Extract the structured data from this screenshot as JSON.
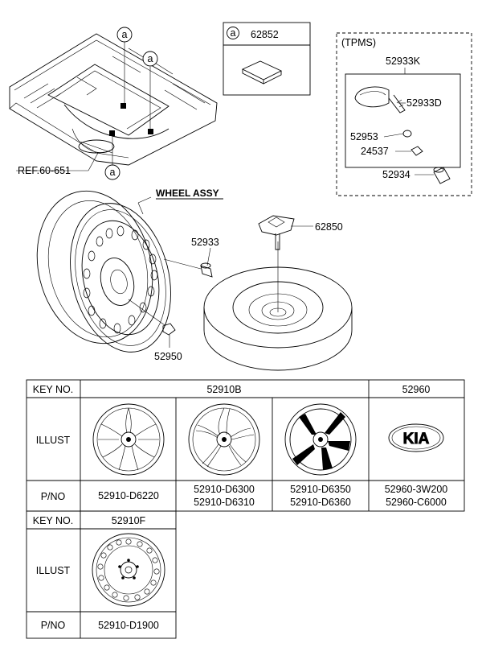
{
  "callouts": {
    "floor_ref": "REF.60-651",
    "marker": "a",
    "wheel_assy": "WHEEL ASSY",
    "valve": "52933",
    "lug_nut": "52950",
    "spare_holder": "62850"
  },
  "kit_box": {
    "marker": "a",
    "part_no": "62852"
  },
  "tpms": {
    "heading": "(TPMS)",
    "assembly": "52933K",
    "sensor": "52933D",
    "p52953": "52953",
    "p24537": "24537",
    "cap": "52934"
  },
  "table1": {
    "key_no_label": "KEY NO.",
    "illust_label": "ILLUST",
    "pno_label": "P/NO",
    "key_wheel": "52910B",
    "key_cap": "52960",
    "cap_logo": "KIA",
    "col1_pno": "52910-D6220",
    "col2_pno_a": "52910-D6300",
    "col2_pno_b": "52910-D6310",
    "col3_pno_a": "52910-D6350",
    "col3_pno_b": "52910-D6360",
    "col4_pno_a": "52960-3W200",
    "col4_pno_b": "52960-C6000"
  },
  "table2": {
    "key_no_label": "KEY NO.",
    "illust_label": "ILLUST",
    "pno_label": "P/NO",
    "key": "52910F",
    "pno": "52910-D1900"
  }
}
